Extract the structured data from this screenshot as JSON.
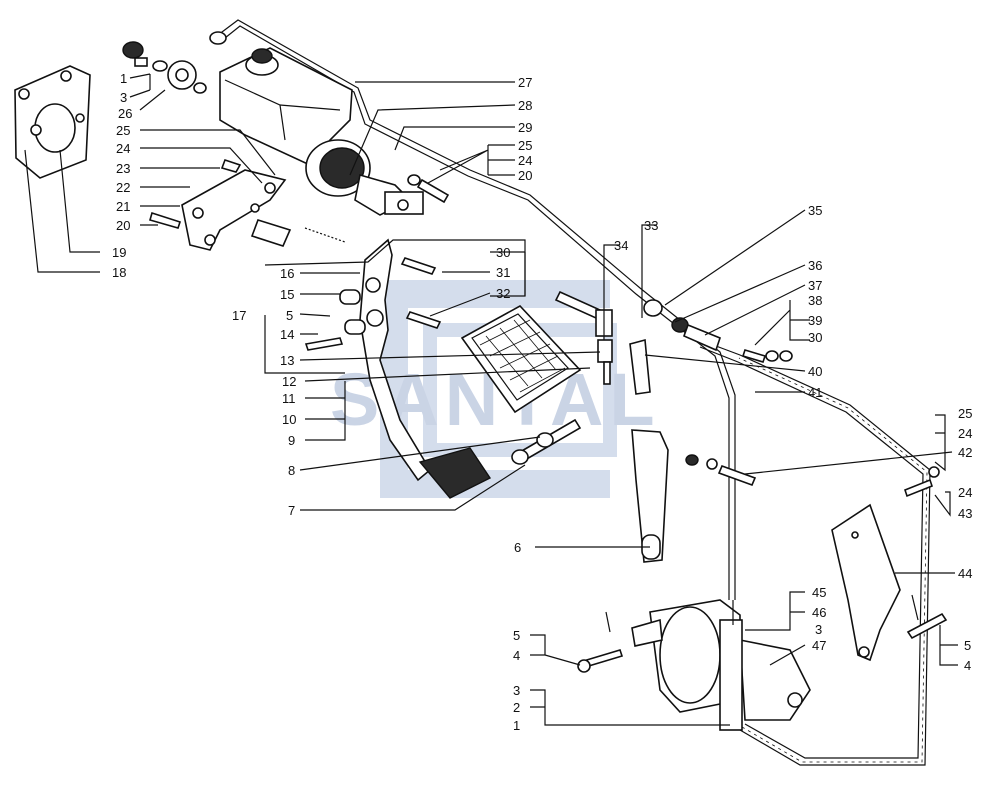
{
  "diagram": {
    "watermark_text": "SANTAL",
    "watermark_color": "#b9c6dd",
    "callouts": [
      {
        "id": "c1",
        "label": "1"
      },
      {
        "id": "c3",
        "label": "3"
      },
      {
        "id": "c26",
        "label": "26"
      },
      {
        "id": "c25a",
        "label": "25"
      },
      {
        "id": "c24a",
        "label": "24"
      },
      {
        "id": "c23",
        "label": "23"
      },
      {
        "id": "c22",
        "label": "22"
      },
      {
        "id": "c21",
        "label": "21"
      },
      {
        "id": "c20a",
        "label": "20"
      },
      {
        "id": "c19",
        "label": "19"
      },
      {
        "id": "c18",
        "label": "18"
      },
      {
        "id": "c27",
        "label": "27"
      },
      {
        "id": "c28",
        "label": "28"
      },
      {
        "id": "c29",
        "label": "29"
      },
      {
        "id": "c25b",
        "label": "25"
      },
      {
        "id": "c24b",
        "label": "24"
      },
      {
        "id": "c20b",
        "label": "20"
      },
      {
        "id": "c33",
        "label": "33"
      },
      {
        "id": "c34",
        "label": "34"
      },
      {
        "id": "c35",
        "label": "35"
      },
      {
        "id": "c30a",
        "label": "30"
      },
      {
        "id": "c31",
        "label": "31"
      },
      {
        "id": "c32",
        "label": "32"
      },
      {
        "id": "c16",
        "label": "16"
      },
      {
        "id": "c15",
        "label": "15"
      },
      {
        "id": "c17",
        "label": "17"
      },
      {
        "id": "c5a",
        "label": "5"
      },
      {
        "id": "c14",
        "label": "14"
      },
      {
        "id": "c13",
        "label": "13"
      },
      {
        "id": "c12",
        "label": "12"
      },
      {
        "id": "c11",
        "label": "11"
      },
      {
        "id": "c10",
        "label": "10"
      },
      {
        "id": "c9",
        "label": "9"
      },
      {
        "id": "c8",
        "label": "8"
      },
      {
        "id": "c7",
        "label": "7"
      },
      {
        "id": "c36",
        "label": "36"
      },
      {
        "id": "c37",
        "label": "37"
      },
      {
        "id": "c38",
        "label": "38"
      },
      {
        "id": "c39",
        "label": "39"
      },
      {
        "id": "c30b",
        "label": "30"
      },
      {
        "id": "c40",
        "label": "40"
      },
      {
        "id": "c41",
        "label": "41"
      },
      {
        "id": "c25c",
        "label": "25"
      },
      {
        "id": "c24c",
        "label": "24"
      },
      {
        "id": "c42",
        "label": "42"
      },
      {
        "id": "c24d",
        "label": "24"
      },
      {
        "id": "c43",
        "label": "43"
      },
      {
        "id": "c6",
        "label": "6"
      },
      {
        "id": "c44",
        "label": "44"
      },
      {
        "id": "c45",
        "label": "45"
      },
      {
        "id": "c46",
        "label": "46"
      },
      {
        "id": "c3b",
        "label": "3"
      },
      {
        "id": "c47",
        "label": "47"
      },
      {
        "id": "c5b",
        "label": "5"
      },
      {
        "id": "c4a",
        "label": "4"
      },
      {
        "id": "c5c",
        "label": "5"
      },
      {
        "id": "c4b",
        "label": "4"
      },
      {
        "id": "c3c",
        "label": "3"
      },
      {
        "id": "c2",
        "label": "2"
      },
      {
        "id": "c1b",
        "label": "1"
      }
    ]
  }
}
